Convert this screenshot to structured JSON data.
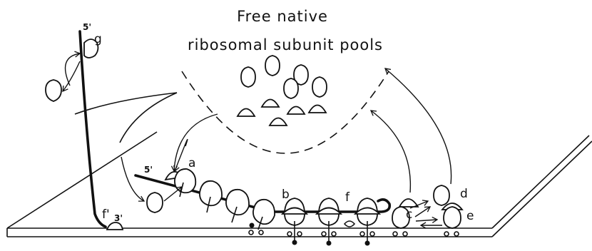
{
  "title_line1": "Free native",
  "title_line2": "ribosomal  subunit pools",
  "labels": {
    "g": "g",
    "a": "a",
    "b": "b",
    "f": "f",
    "c": "c",
    "d": "d",
    "e": "e",
    "f_prime": "f'",
    "end_5_top": "5'",
    "end_5_mrna": "5'",
    "end_3": "3'"
  }
}
